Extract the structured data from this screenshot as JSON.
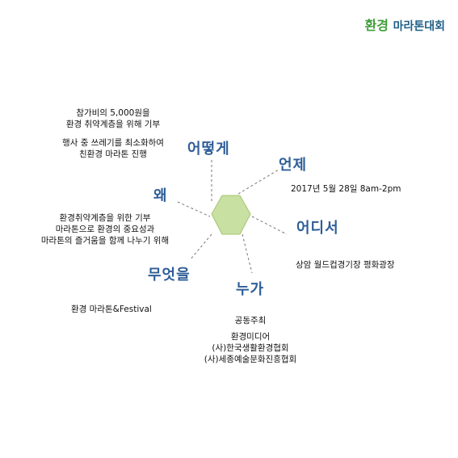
{
  "logo": {
    "part1": "환경",
    "part2": "마라톤대회"
  },
  "diagram": {
    "hexagon_color": "#c9e0a3",
    "label_color": "#2e5e98",
    "labels": {
      "how": "어떻게",
      "when": "언제",
      "why": "왜",
      "where": "어디서",
      "what": "무엇을",
      "who": "누가"
    }
  },
  "how_text": [
    "참가비의 5,000원을",
    "환경 취약계층을 위해 기부"
  ],
  "how_text2": [
    "행사 중 쓰레기를 최소화하여",
    "친환경 마라톤 진행"
  ],
  "when_text": "2017년 5월 28일 8am-2pm",
  "why_text": [
    "환경취약계층을 위한 기부",
    "마라톤으로 환경의 중요성과",
    "마라톤의 즐거움을 함께 나누기 위해"
  ],
  "where_text": "상암 월드컵경기장 평화광장",
  "what_text": "환경 마라톤&Festival",
  "who_text": [
    "공동주최",
    "환경미디어",
    "(사)한국생활환경협회",
    "(사)세종예술문화진흥협회"
  ]
}
